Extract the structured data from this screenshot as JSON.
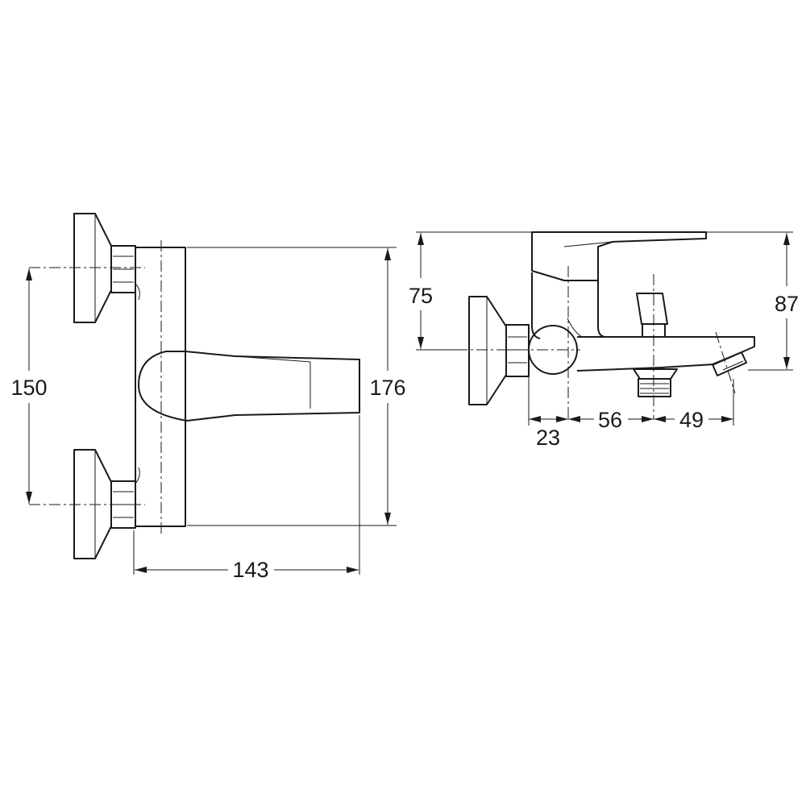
{
  "line_color": "#1a1a1a",
  "background": "#ffffff",
  "front_view": {
    "dim_height_inlets": "150",
    "dim_height_total": "176",
    "dim_width_total": "143"
  },
  "side_view": {
    "dim_height_body": "75",
    "dim_height_total": "87",
    "dim_depth_a": "23",
    "dim_depth_b": "56",
    "dim_depth_c": "49"
  }
}
